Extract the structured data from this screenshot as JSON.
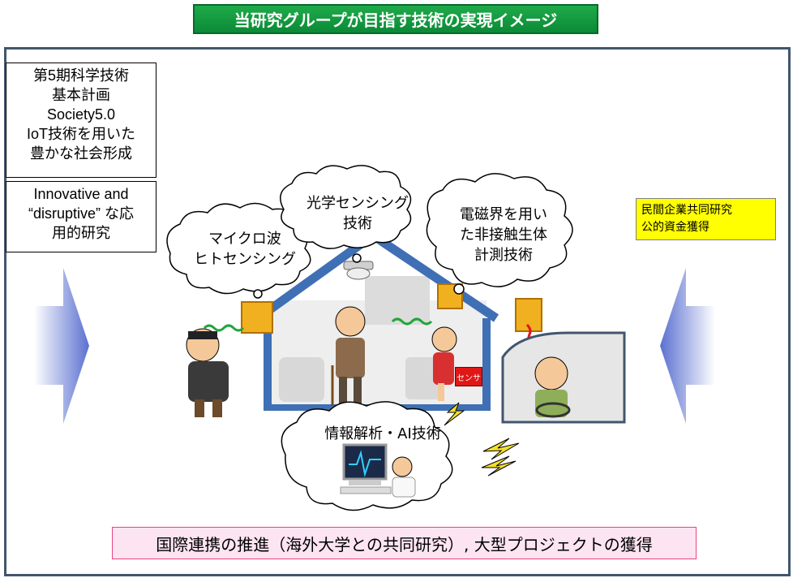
{
  "title": "当研究グループが目指す技術の実現イメージ",
  "left_box_plan": {
    "lines": [
      "第5期科学技術",
      "基本計画",
      "Society5.0",
      "IoT技術を用いた",
      "豊かな社会形成"
    ]
  },
  "left_box_research": {
    "lines": [
      "Innovative and",
      "“disruptive” な応",
      "用的研究"
    ]
  },
  "right_box": {
    "lines": [
      "民間企業共同研究",
      "公的資金獲得"
    ]
  },
  "clouds": {
    "microwave": [
      "マイクロ波",
      "ヒトセンシング"
    ],
    "optical": [
      "光学センシング",
      "技術"
    ],
    "electromagnetic": [
      "電磁界を用い",
      "た非接触生体",
      "計測技術"
    ],
    "analysis": [
      "情報解析・AI技術"
    ]
  },
  "sensor_label": "センサ",
  "bottom_banner": "国際連携の推進（海外大学との共同研究）, 大型プロジェクトの獲得",
  "colors": {
    "title_bg": "#0b8a36",
    "frame": "#41566e",
    "arrow": "#6f83d6",
    "house": "#3f6fb5",
    "sensor": "#e11616",
    "banner_bg": "#fde4f2",
    "banner_border": "#e8457c",
    "right_box_bg": "#ffff00"
  }
}
